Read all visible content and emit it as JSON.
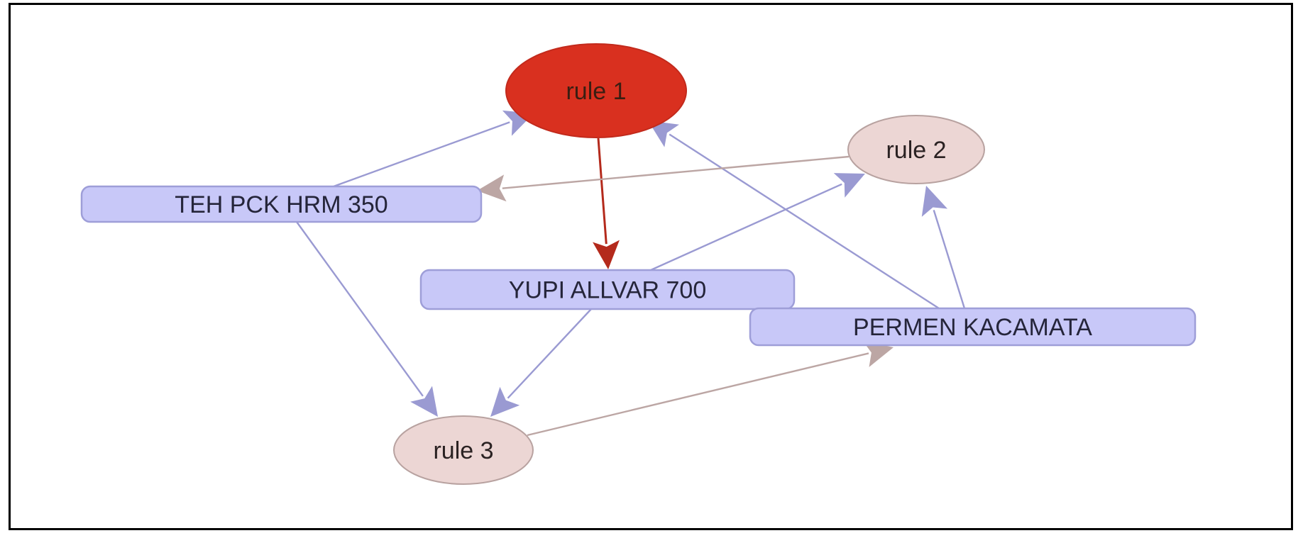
{
  "diagram": {
    "type": "association-rules-graph",
    "nodes": [
      {
        "id": "rule1",
        "label": "rule 1",
        "kind": "rule",
        "fill": "#d9301f",
        "stroke": "#c22a1c",
        "text_color": "#3a1e12"
      },
      {
        "id": "rule2",
        "label": "rule 2",
        "kind": "rule",
        "fill": "#ecd6d4",
        "stroke": "#b8a2a0",
        "text_color": "#2a2222"
      },
      {
        "id": "rule3",
        "label": "rule 3",
        "kind": "rule",
        "fill": "#ecd6d4",
        "stroke": "#b8a2a0",
        "text_color": "#2a2222"
      },
      {
        "id": "teh",
        "label": "TEH PCK HRM 350",
        "kind": "item",
        "fill": "#c8c8f8",
        "stroke": "#9e9ed8",
        "text_color": "#25253a"
      },
      {
        "id": "yupi",
        "label": "YUPI ALLVAR 700",
        "kind": "item",
        "fill": "#c8c8f8",
        "stroke": "#9e9ed8",
        "text_color": "#25253a"
      },
      {
        "id": "permen",
        "label": "PERMEN KACAMATA",
        "kind": "item",
        "fill": "#c8c8f8",
        "stroke": "#9e9ed8",
        "text_color": "#25253a"
      }
    ],
    "edges": [
      {
        "from": "teh",
        "to": "rule1",
        "color": "#9a9ad2"
      },
      {
        "from": "permen",
        "to": "rule1",
        "color": "#9a9ad2"
      },
      {
        "from": "rule1",
        "to": "yupi",
        "color": "#b42a1c"
      },
      {
        "from": "rule2",
        "to": "teh",
        "color": "#bca6a4"
      },
      {
        "from": "yupi",
        "to": "rule2",
        "color": "#9a9ad2"
      },
      {
        "from": "permen",
        "to": "rule2",
        "color": "#9a9ad2"
      },
      {
        "from": "teh",
        "to": "rule3",
        "color": "#9a9ad2"
      },
      {
        "from": "yupi",
        "to": "rule3",
        "color": "#9a9ad2"
      },
      {
        "from": "rule3",
        "to": "permen",
        "color": "#bca6a4"
      }
    ]
  }
}
